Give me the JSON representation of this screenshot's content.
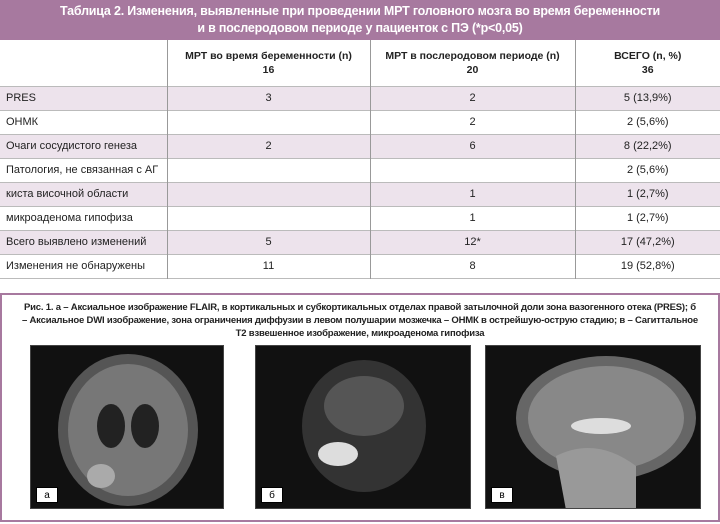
{
  "table": {
    "title_line1": "Таблица 2. Изменения, выявленные при проведении МРТ головного мозга во время беременности",
    "title_line2": "и в послеродовом периоде у пациенток с ПЭ (*p<0,05)",
    "headers": [
      {
        "label": "",
        "n": ""
      },
      {
        "label": "МРТ во время беременности (n)",
        "n": "16"
      },
      {
        "label": "МРТ в послеродовом периоде (n)",
        "n": "20"
      },
      {
        "label": "ВСЕГО (n, %)",
        "n": "36"
      }
    ],
    "rows": [
      [
        "PRES",
        "3",
        "2",
        "5 (13,9%)"
      ],
      [
        "ОНМК",
        "",
        "2",
        "2 (5,6%)"
      ],
      [
        "Очаги сосудистого генеза",
        "2",
        "6",
        "8 (22,2%)"
      ],
      [
        "Патология, не связанная с АГ",
        "",
        "",
        "2 (5,6%)"
      ],
      [
        "киста височной области",
        "",
        "1",
        "1 (2,7%)"
      ],
      [
        "микроаденома гипофиза",
        "",
        "1",
        "1 (2,7%)"
      ],
      [
        "Всего выявлено изменений",
        "5",
        "12*",
        "17 (47,2%)"
      ],
      [
        "Изменения не обнаружены",
        "11",
        "8",
        "19 (52,8%)"
      ]
    ]
  },
  "figure": {
    "caption": "Рис. 1. а – Аксиальное изображение FLAIR, в кортикальных и субкортикальных отделах правой затылочной доли зона вазогенного отека (PRES); б – Аксиальное DWI изображение, зона ограничения диффузии в левом полушарии мозжечка – ОНМК в острейшую-острую стадию; в  – Сагиттальное T2 взвешенное изображение, микроаденома гипофиза",
    "panels": [
      "а",
      "б",
      "в"
    ]
  }
}
